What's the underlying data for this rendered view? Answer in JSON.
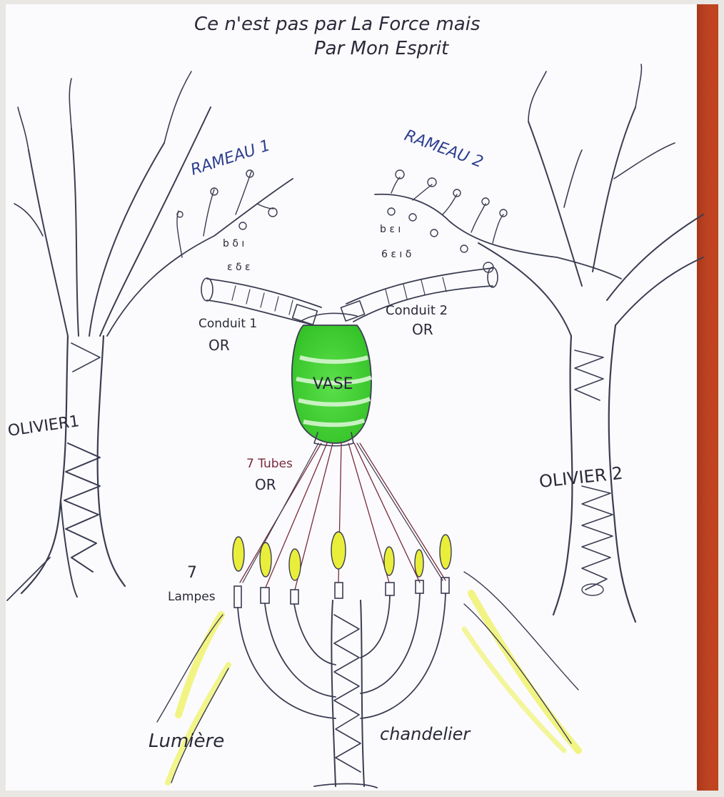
{
  "title": {
    "line1": "Ce n'est pas par La Force mais",
    "line2": "Par Mon Esprit"
  },
  "labels": {
    "rameau1": "RAMEAU 1",
    "rameau2": "RAMEAU 2",
    "conduit1": "Conduit 1",
    "conduit1_metal": "OR",
    "conduit2": "Conduit 2",
    "conduit2_metal": "OR",
    "vase": "VASE",
    "tubes": "7 Tubes",
    "tubes_metal": "OR",
    "olivier1": "OLIVIER1",
    "olivier2": "OLIVIER 2",
    "lampes_num": "7",
    "lampes": "Lampes",
    "lumiere": "Lumière",
    "chandelier": "chandelier"
  },
  "colors": {
    "paper": "#fbfbfd",
    "ink": "#3b3d52",
    "blue_ink": "#2e3f8f",
    "vase_green": "#43cf34",
    "flame_yellow": "#e9ee3a",
    "light_yellow": "#eef25a",
    "tube_brown": "#7a2a3a",
    "right_edge": "#c0421f"
  },
  "icons": {
    "trees": "olive-tree-sketch",
    "vase": "vase-sketch",
    "menorah": "menorah-sketch"
  }
}
